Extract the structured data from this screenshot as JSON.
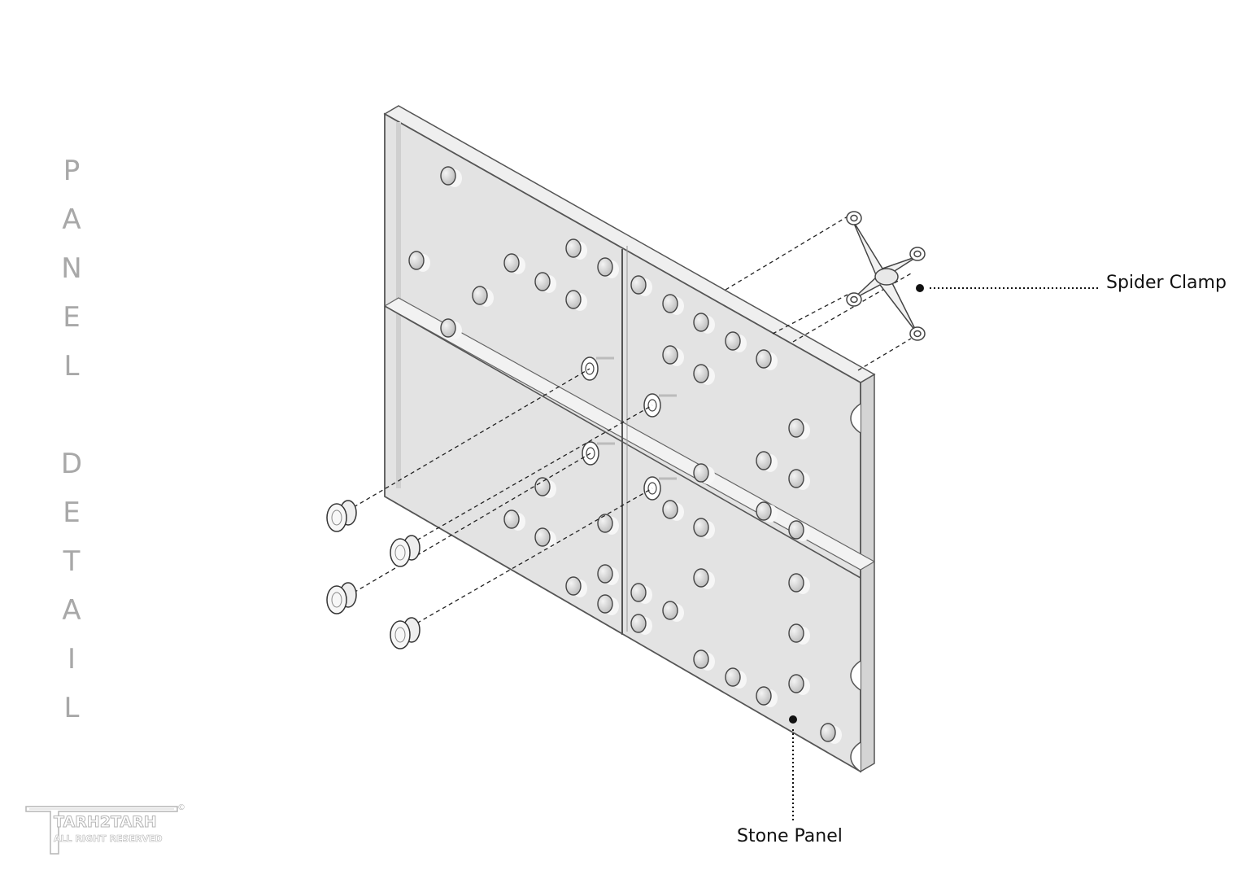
{
  "title": {
    "words": [
      [
        "P",
        "A",
        "N",
        "E",
        "L"
      ],
      [
        "D",
        "E",
        "T",
        "A",
        "I",
        "L"
      ]
    ]
  },
  "callouts": {
    "spider_clamp": "Spider Clamp",
    "stone_panel": "Stone Panel"
  },
  "watermark": {
    "name": "TARH2TARH",
    "rights": "ALL RIGHT RESERVED",
    "copyright_symbol": "©"
  },
  "colors": {
    "panel_front": "#e2e2e2",
    "panel_edge": "#d0d0d0",
    "panel_top": "#eeeeee",
    "outline": "#555555",
    "title_gray": "#a8a8a8",
    "callout_dot": "#111111"
  }
}
